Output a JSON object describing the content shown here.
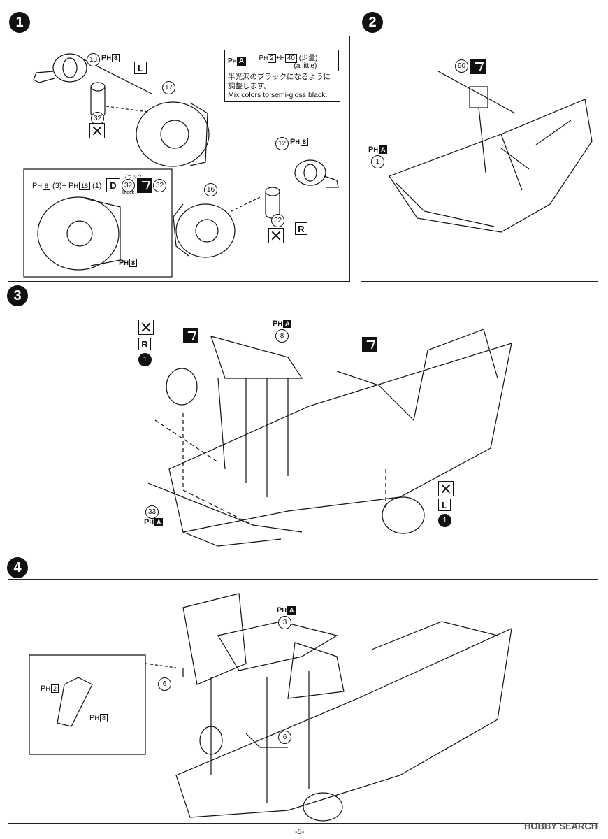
{
  "steps": [
    "1",
    "2",
    "3",
    "4"
  ],
  "step1": {
    "labels": {
      "part13": "13",
      "part17": "17",
      "part12": "12",
      "part16": "16",
      "part32a": "32",
      "part32b": "32",
      "part32c": "32",
      "part32d": "32",
      "left": "L",
      "right": "R"
    },
    "paint": {
      "p13": "8",
      "p12": "8",
      "detail_a": "8",
      "detail_a_qty": "(3)",
      "detail_b": "18",
      "detail_b_qty": "(1)",
      "detail_caliper": "8"
    },
    "decal": {
      "letter": "D",
      "tag": "ブラック",
      "sub": "Black"
    },
    "color_table": {
      "left": "A",
      "mix_a": "2",
      "mix_b": "40",
      "note_jp": "(少量)",
      "note_en": "(a little)"
    },
    "note": {
      "jp": "半光沢のブラックになるように調整します。",
      "en": "Mix colors to semi-gloss black."
    }
  },
  "step2": {
    "part90": "90",
    "part1": "1",
    "paint": "A"
  },
  "step3": {
    "part8": "8",
    "part33": "33",
    "paint8": "A",
    "paint33": "A",
    "right": "R",
    "left": "L",
    "sub1": "1",
    "sub2": "1"
  },
  "step4": {
    "part3": "3",
    "part6a": "6",
    "part6b": "6",
    "paint3": "A",
    "detail_p2": "2",
    "detail_p8": "8"
  },
  "footer": {
    "page": "-5-",
    "watermark": "HOBBY SEARCH"
  },
  "colors": {
    "ink": "#111111",
    "bg": "#ffffff",
    "watermark": "#555555"
  }
}
